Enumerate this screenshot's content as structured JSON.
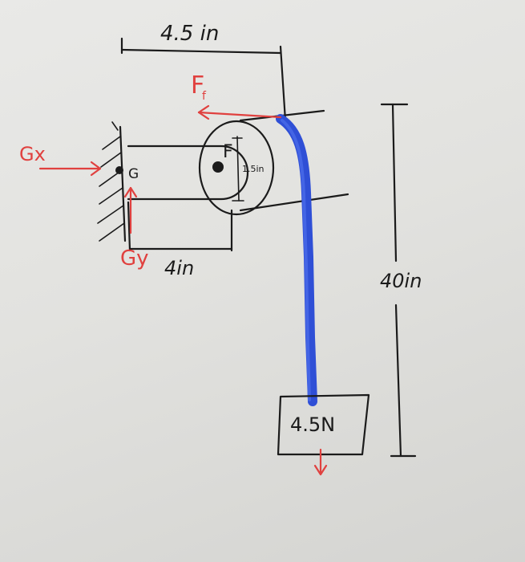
{
  "labels": {
    "top_dimension": "4.5 in",
    "friction_force": "F",
    "friction_subscript": "f",
    "gx": "Gx",
    "gy": "Gy",
    "g_point": "G",
    "f_point": "F",
    "pulley_radius": "1.5in",
    "arm_length": "4in",
    "height_dimension": "40in",
    "weight": "4.5N"
  },
  "colors": {
    "ink": "#1b1b1b",
    "force_red": "#e0413f",
    "rope_blue": "#2f4fd6"
  }
}
